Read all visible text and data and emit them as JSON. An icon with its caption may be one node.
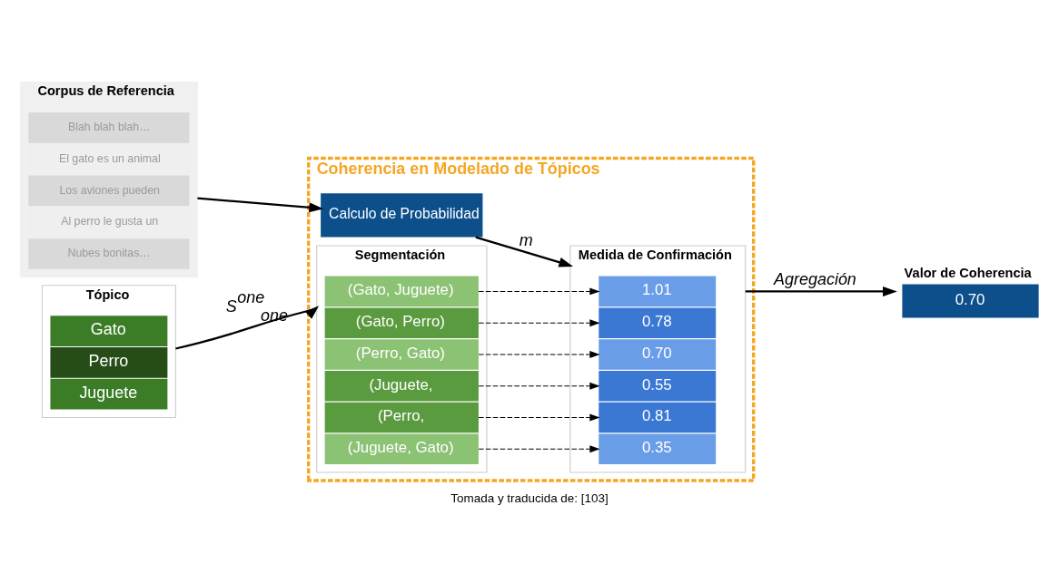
{
  "diagram": {
    "caption": "Tomada y traducida de: [103]",
    "nodes": [
      {
        "text": [
          "Corpus de Referencia"
        ]
      },
      {
        "text": [
          "Blah blah blah…"
        ],
        "in": 0
      },
      {
        "text": [
          "El gato es un animal"
        ],
        "in": 0
      },
      {
        "text": [
          "Los aviones pueden"
        ],
        "in": 0
      },
      {
        "text": [
          "Al perro le gusta un"
        ],
        "in": 0
      },
      {
        "text": [
          "Nubes bonitas…"
        ],
        "in": 0
      },
      {
        "text": [
          "Coherencia en Modelado de Tópicos"
        ]
      },
      {
        "text": [
          "Calculo de Probabilidad"
        ],
        "in": 6
      },
      {
        "text": [
          "Tópico"
        ]
      },
      {
        "text": [
          "Gato"
        ],
        "in": 8
      },
      {
        "text": [
          "Perro"
        ],
        "in": 8
      },
      {
        "text": [
          "Juguete"
        ],
        "in": 8
      },
      {
        "text": [
          "Segmentación"
        ],
        "in": 6
      },
      {
        "text": [
          "(Gato, Perro)"
        ],
        "in": 12
      },
      {
        "text": [
          "(Perro, Gato)"
        ],
        "in": 12
      },
      {
        "text": [
          "(Juguete,"
        ],
        "in": 12
      },
      {
        "text": [
          "(Gato, Juguete)"
        ],
        "in": 12
      },
      {
        "text": [
          "(Perro,"
        ],
        "in": 12
      },
      {
        "text": [
          "(Juguete, Gato)"
        ],
        "in": 12
      },
      {
        "text": [
          "Medida de Confirmación"
        ],
        "in": 6
      },
      {
        "text": [
          "0.78"
        ],
        "in": 19
      },
      {
        "text": [
          "0.70"
        ],
        "in": 19
      },
      {
        "text": [
          "0.55"
        ],
        "in": 19
      },
      {
        "text": [
          "1.01"
        ],
        "in": 19
      },
      {
        "text": [
          "0.81"
        ],
        "in": 19
      },
      {
        "text": [
          "0.35"
        ],
        "in": 19
      },
      {
        "text": [
          "Valor de Coherencia",
          "0.70"
        ]
      }
    ],
    "edges": [
      {
        "from": 0,
        "to": 7,
        "arrow": "to"
      },
      {
        "from": 7,
        "to": 19,
        "arrow": "to",
        "label": "m"
      },
      {
        "from": 8,
        "to": 12,
        "arrow": "to",
        "label": "S$^{one}$$_{one}$"
      },
      {
        "from": 13,
        "to": 20,
        "arrow": "to",
        "style": "dashed"
      },
      {
        "from": 14,
        "to": 21,
        "arrow": "to",
        "style": "dashed"
      },
      {
        "from": 15,
        "to": 22,
        "arrow": "to",
        "style": "dashed"
      },
      {
        "from": 16,
        "to": 23,
        "arrow": "to",
        "style": "dashed"
      },
      {
        "from": 17,
        "to": 24,
        "arrow": "to",
        "style": "dashed"
      },
      {
        "from": 18,
        "to": 25,
        "arrow": "to",
        "style": "dashed"
      },
      {
        "from": 19,
        "to": 26,
        "arrow": "to",
        "label": "Agregación"
      }
    ]
  }
}
